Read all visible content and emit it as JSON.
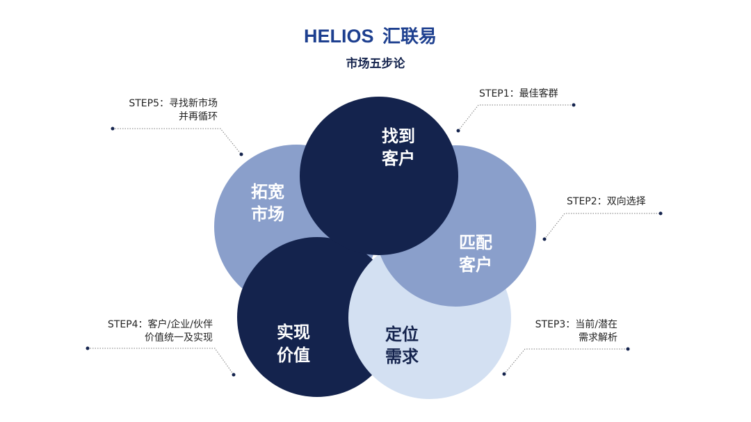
{
  "logo": {
    "brand": "HELIOS",
    "chinese": "汇联易"
  },
  "title": "市场五步论",
  "colors": {
    "dark": "#14234d",
    "medium": "#8a9fcb",
    "light": "#d3e0f2",
    "logo": "#1d3f8f"
  },
  "circles": [
    {
      "line1": "拓宽",
      "line2": "市场"
    },
    {
      "line1": "实现",
      "line2": "价值"
    },
    {
      "line1": "定位",
      "line2": "需求"
    },
    {
      "line1": "匹配",
      "line2": "客户"
    },
    {
      "line1": "找到",
      "line2": "客户"
    }
  ],
  "steps": {
    "step1": {
      "line1": "STEP1：最佳客群"
    },
    "step2": {
      "line1": "STEP2：双向选择"
    },
    "step3": {
      "line1": "STEP3：当前/潜在",
      "line2": "需求解析"
    },
    "step4": {
      "line1": "STEP4：客户/企业/伙伴",
      "line2": "价值统一及实现"
    },
    "step5": {
      "line1": "STEP5：寻找新市场",
      "line2": "并再循环"
    }
  }
}
